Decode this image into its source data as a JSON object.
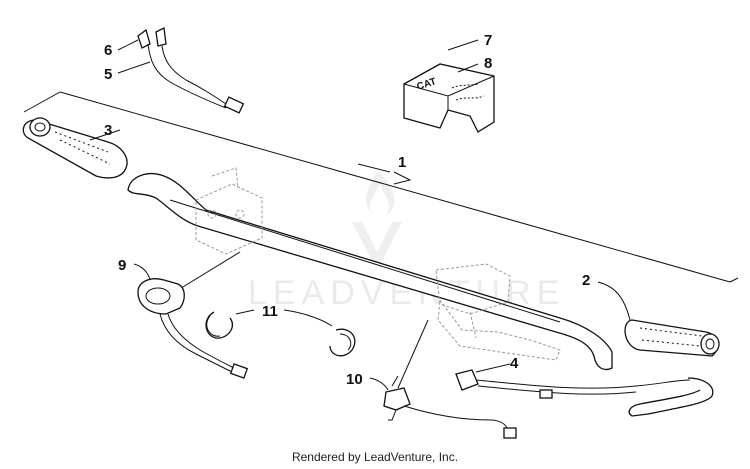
{
  "watermark": {
    "text": "LEADVENTURE"
  },
  "callouts": [
    {
      "id": "c1",
      "label": "1"
    },
    {
      "id": "c2",
      "label": "2"
    },
    {
      "id": "c3",
      "label": "3"
    },
    {
      "id": "c4",
      "label": "4"
    },
    {
      "id": "c5",
      "label": "5"
    },
    {
      "id": "c6",
      "label": "6"
    },
    {
      "id": "c7",
      "label": "7"
    },
    {
      "id": "c8",
      "label": "8"
    },
    {
      "id": "c9",
      "label": "9"
    },
    {
      "id": "c10",
      "label": "10"
    },
    {
      "id": "c11",
      "label": "11"
    }
  ],
  "pad_logo_text": "CAT",
  "footer": {
    "text": "Rendered by LeadVenture, Inc."
  }
}
